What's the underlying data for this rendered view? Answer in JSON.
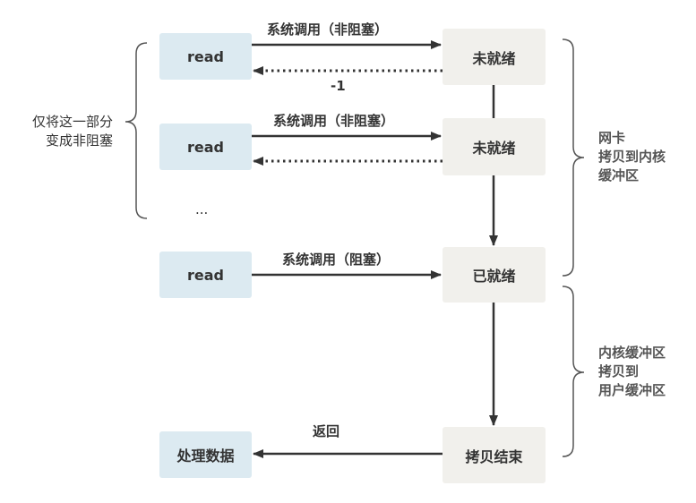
{
  "nodes": {
    "read_1": "read",
    "read_2": "read",
    "read_3": "read",
    "not_ready_1": "未就绪",
    "not_ready_2": "未就绪",
    "ready": "已就绪",
    "copy_done": "拷贝结束",
    "process_data": "处理数据"
  },
  "edges": {
    "syscall_nonblocking_1": "系统调用（非阻塞）",
    "return_minus_one": "-1",
    "syscall_nonblocking_2": "系统调用（非阻塞）",
    "syscall_blocking": "系统调用（阻塞）",
    "return": "返回"
  },
  "annotations": {
    "left_note_line1": "仅将这一部分",
    "left_note_line2": "变成非阻塞",
    "ellipsis": "...",
    "right_top_line1": "网卡",
    "right_top_line2": "拷贝到内核",
    "right_top_line3": "缓冲区",
    "right_bottom_line1": "内核缓冲区",
    "right_bottom_line2": "拷贝到",
    "right_bottom_line3": "用户缓冲区"
  },
  "colors": {
    "user_box": "#dceaf1",
    "kernel_box": "#f1f0ec",
    "arrow": "#333333",
    "brace": "#555555"
  }
}
